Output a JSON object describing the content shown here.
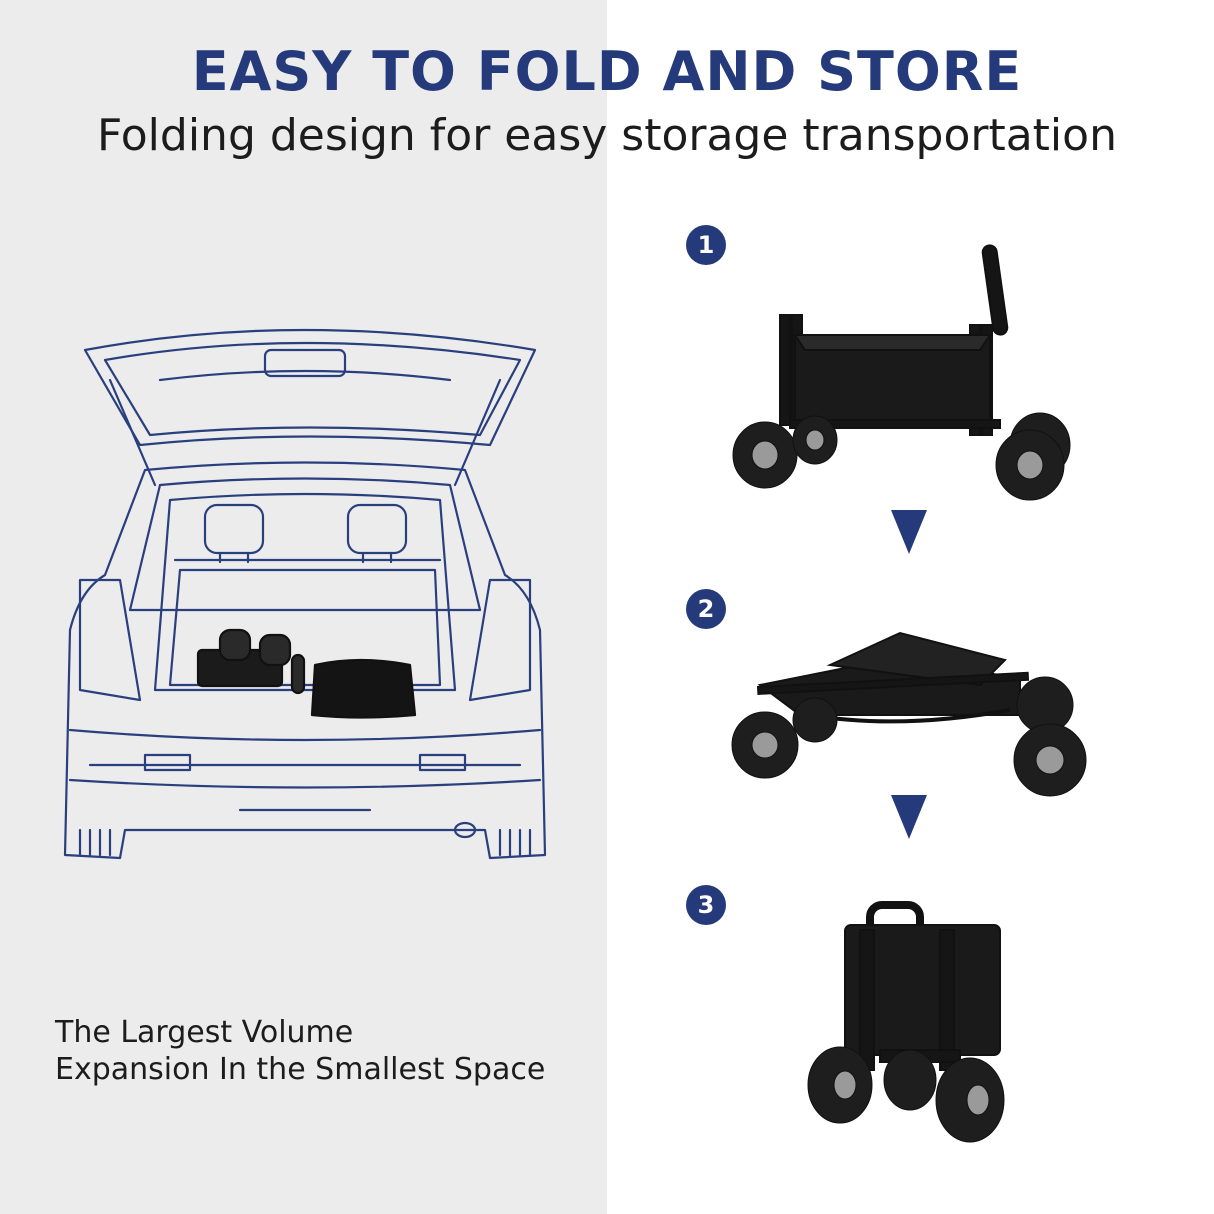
{
  "header": {
    "title": "EASY TO FOLD AND STORE",
    "subtitle": "Folding design for easy storage transportation"
  },
  "left": {
    "tagline_line1": "The Largest Volume",
    "tagline_line2": "Expansion In the Smallest Space"
  },
  "steps": [
    {
      "number": "1"
    },
    {
      "number": "2"
    },
    {
      "number": "3"
    }
  ],
  "colors": {
    "accent": "#243a7a",
    "left_background": "#ececec",
    "text": "#1c1c1c",
    "wagon": "#151515"
  }
}
